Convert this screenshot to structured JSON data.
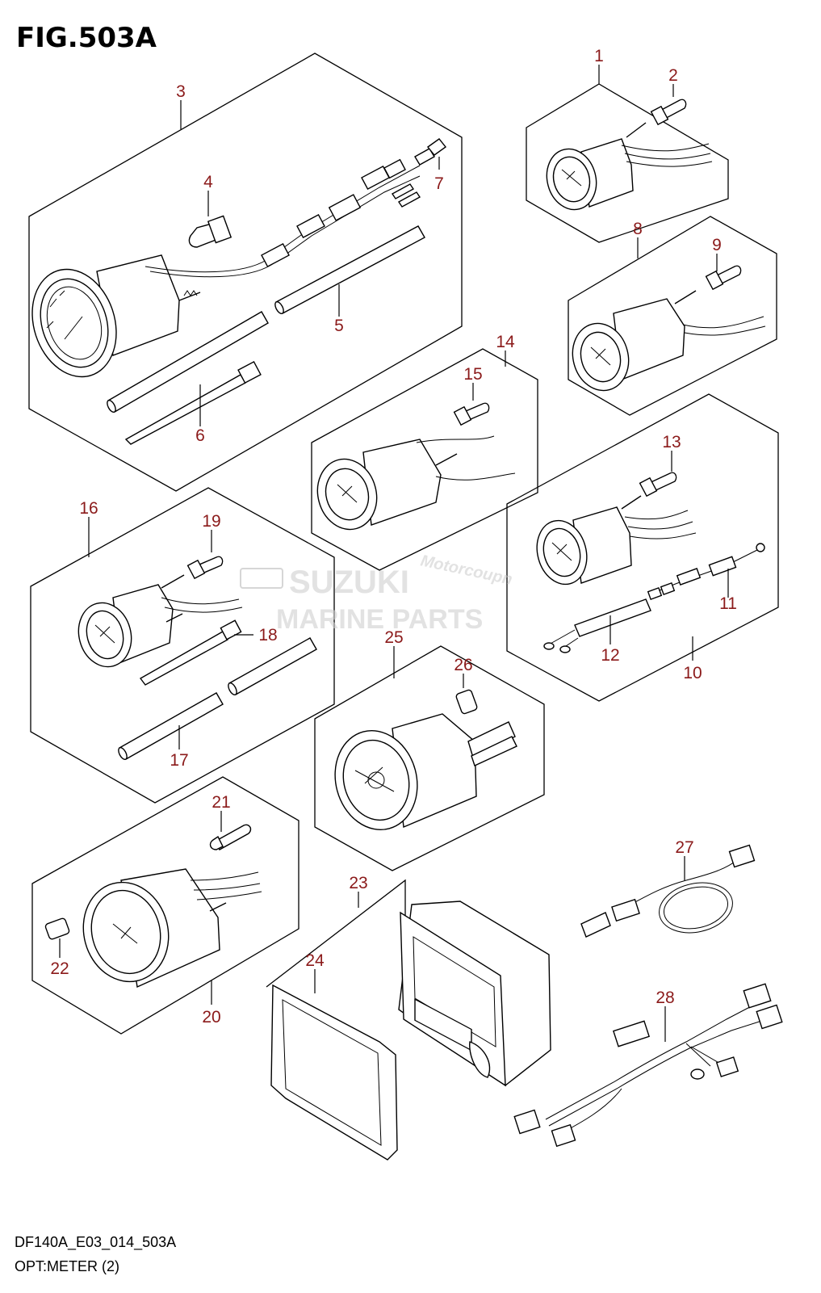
{
  "figure": {
    "title": "FIG.503A",
    "code": "DF140A_E03_014_503A",
    "caption": "OPT:METER (2)"
  },
  "watermark": {
    "brand": "SUZUKI",
    "line": "MARINE PARTS",
    "script": "Motorcoupn"
  },
  "colors": {
    "callout": "#8b1a1a",
    "line": "#000000"
  },
  "callouts": {
    "c1": "1",
    "c2": "2",
    "c3": "3",
    "c4": "4",
    "c5": "5",
    "c6": "6",
    "c7": "7",
    "c8": "8",
    "c9": "9",
    "c10": "10",
    "c11": "11",
    "c12": "12",
    "c13": "13",
    "c14": "14",
    "c15": "15",
    "c16": "16",
    "c17": "17",
    "c18": "18",
    "c19": "19",
    "c20": "20",
    "c21": "21",
    "c22": "22",
    "c23": "23",
    "c24": "24",
    "c25": "25",
    "c26": "26",
    "c27": "27",
    "c28": "28"
  }
}
